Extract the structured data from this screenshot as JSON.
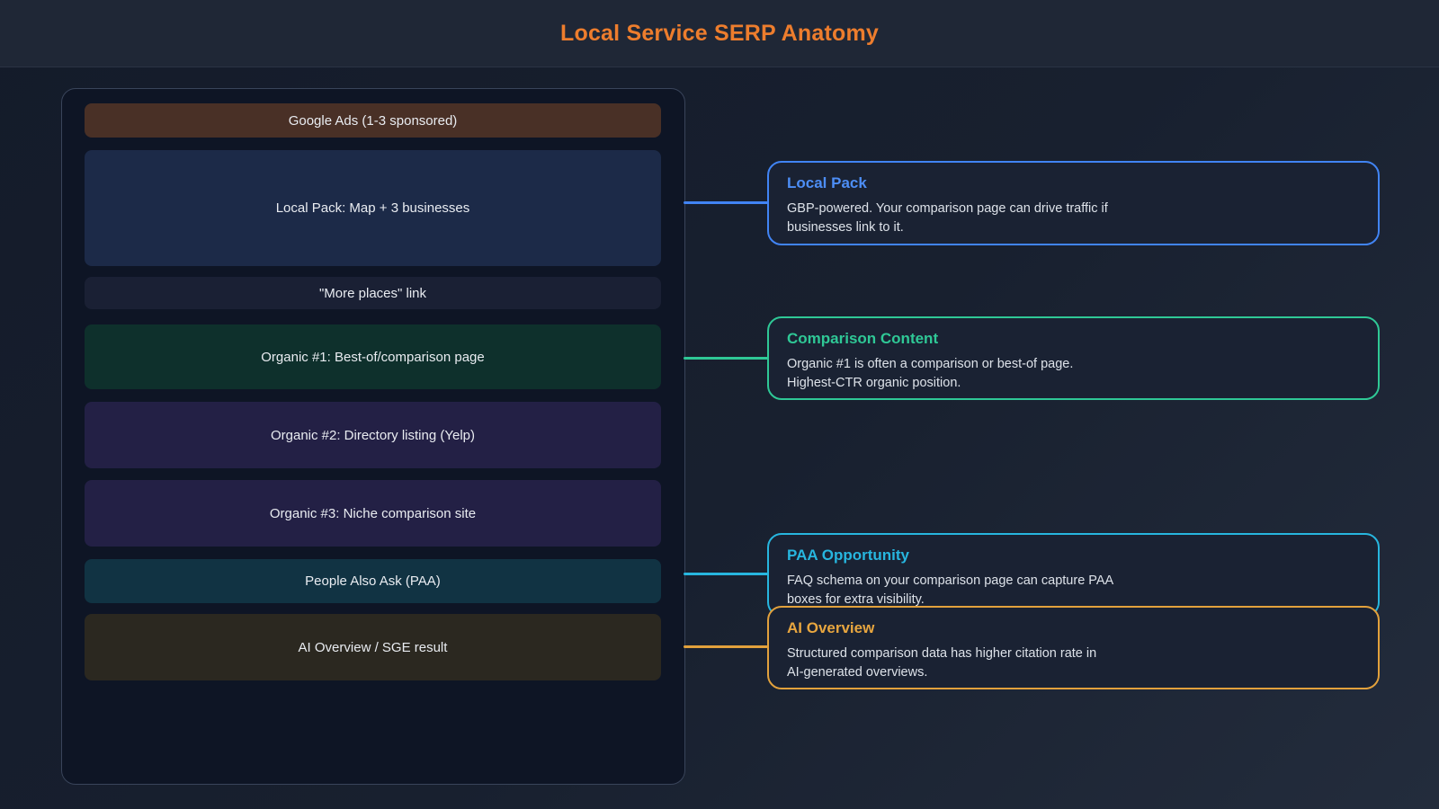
{
  "page": {
    "title": "Local Service SERP Anatomy",
    "title_color": "#ed7d2d",
    "header_bg": "#1f2736",
    "panel_bg": "#0e1525"
  },
  "serp_stack": {
    "items": [
      {
        "id": "google-ads",
        "label": "Google Ads (1-3 sponsored)",
        "bg": "#493026"
      },
      {
        "id": "local-pack",
        "label": "Local Pack: Map + 3 businesses",
        "bg": "#1c2a48"
      },
      {
        "id": "more-places",
        "label": "\"More places\" link",
        "bg": "#1a2034"
      },
      {
        "id": "organic-1",
        "label": "Organic #1: Best-of/comparison page",
        "bg": "#0e302c"
      },
      {
        "id": "organic-2",
        "label": "Organic #2: Directory listing (Yelp)",
        "bg": "#232045"
      },
      {
        "id": "organic-3",
        "label": "Organic #3: Niche comparison site",
        "bg": "#232045"
      },
      {
        "id": "paa",
        "label": "People Also Ask (PAA)",
        "bg": "#113343"
      },
      {
        "id": "ai-overview",
        "label": "AI Overview / SGE result",
        "bg": "#2b2820"
      }
    ]
  },
  "callouts": [
    {
      "id": "local-pack",
      "title": "Local Pack",
      "accent": "#4184f4",
      "title_color": "#4d8ef6",
      "body_lines": [
        "GBP-powered. Your comparison page can drive traffic if",
        "businesses link to it."
      ]
    },
    {
      "id": "comparison-content",
      "title": "Comparison Content",
      "accent": "#2fc896",
      "title_color": "#2fc896",
      "body_lines": [
        "Organic #1 is often a comparison or best-of page.",
        "Highest-CTR organic position."
      ]
    },
    {
      "id": "paa-opportunity",
      "title": "PAA Opportunity",
      "accent": "#27b6df",
      "title_color": "#27b6df",
      "body_lines": [
        "FAQ schema on your comparison page can capture PAA",
        "boxes for extra visibility."
      ]
    },
    {
      "id": "ai-overview",
      "title": "AI Overview",
      "accent": "#e2a13c",
      "title_color": "#e8a63f",
      "body_lines": [
        "Structured comparison data has higher citation rate in",
        "AI-generated overviews."
      ]
    }
  ]
}
